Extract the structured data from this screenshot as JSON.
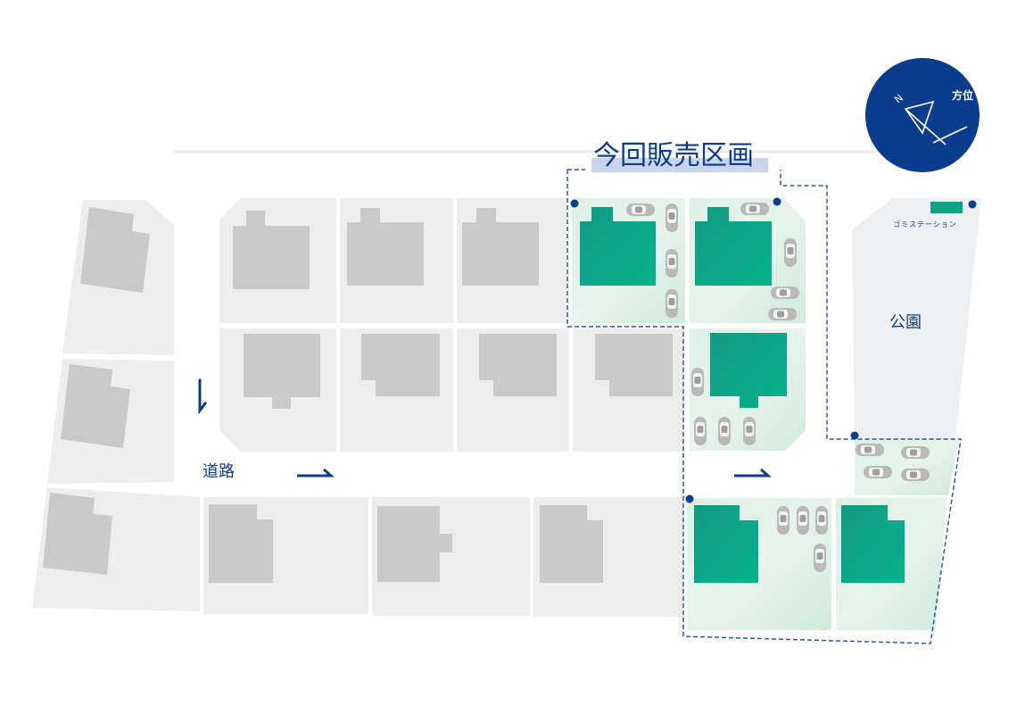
{
  "title": "今回販売区画",
  "compass": {
    "label": "方位",
    "north_letter": "N"
  },
  "labels": {
    "road": "道路",
    "park": "公園",
    "garbage_station": "ゴミステーション"
  },
  "colors": {
    "lot_gray": "#ededed",
    "house_gray": "#c9c9c9",
    "sale_lot_green": "#d6eee0",
    "sale_house_green": "#06a886",
    "navy": "#0c3c8c",
    "title_bg": "#cad4ea",
    "park_gray": "#edeff1"
  },
  "icons": [
    "compass-icon",
    "road-arrow-icon",
    "car-icon",
    "lot-corner-marker-icon"
  ]
}
